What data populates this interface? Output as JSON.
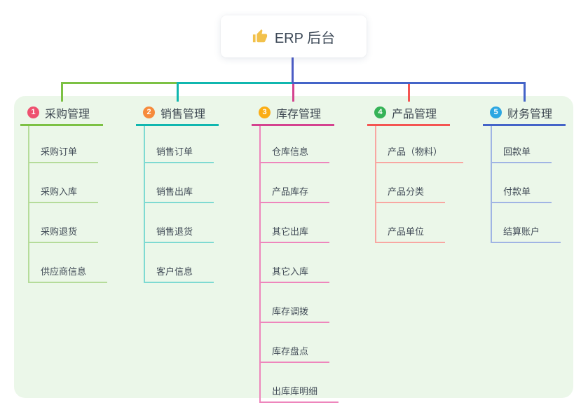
{
  "root": {
    "label": "ERP 后台",
    "icon": "thumbs-up-icon",
    "icon_color": "#f2c14b"
  },
  "colors": {
    "panel_bg": "#ebf7e9",
    "root_stem": "#4c5cc5",
    "root_text": "#3e4a58",
    "item_text": "#414b57"
  },
  "branches": [
    {
      "number": "1",
      "title": "采购管理",
      "badge_color": "#ee516f",
      "line_color": "#7cc144",
      "sub_line_color": "#b5dc9a",
      "items": [
        "采购订单",
        "采购入库",
        "采购退货",
        "供应商信息"
      ]
    },
    {
      "number": "2",
      "title": "销售管理",
      "badge_color": "#f68b3c",
      "line_color": "#10b7af",
      "sub_line_color": "#7edad2",
      "items": [
        "销售订单",
        "销售出库",
        "销售退货",
        "客户信息"
      ]
    },
    {
      "number": "3",
      "title": "库存管理",
      "badge_color": "#fbad14",
      "line_color": "#d4438f",
      "sub_line_color": "#ee86bc",
      "items": [
        "仓库信息",
        "产品库存",
        "其它出库",
        "其它入库",
        "库存调拨",
        "库存盘点",
        "出库库明细"
      ]
    },
    {
      "number": "4",
      "title": "产品管理",
      "badge_color": "#35b357",
      "line_color": "#f45552",
      "sub_line_color": "#f8a7a2",
      "items": [
        "产品（物料）",
        "产品分类",
        "产品单位"
      ]
    },
    {
      "number": "5",
      "title": "财务管理",
      "badge_color": "#2ca7e2",
      "line_color": "#4464c8",
      "sub_line_color": "#a0b4e4",
      "items": [
        "回款单",
        "付款单",
        "结算账户"
      ]
    }
  ]
}
